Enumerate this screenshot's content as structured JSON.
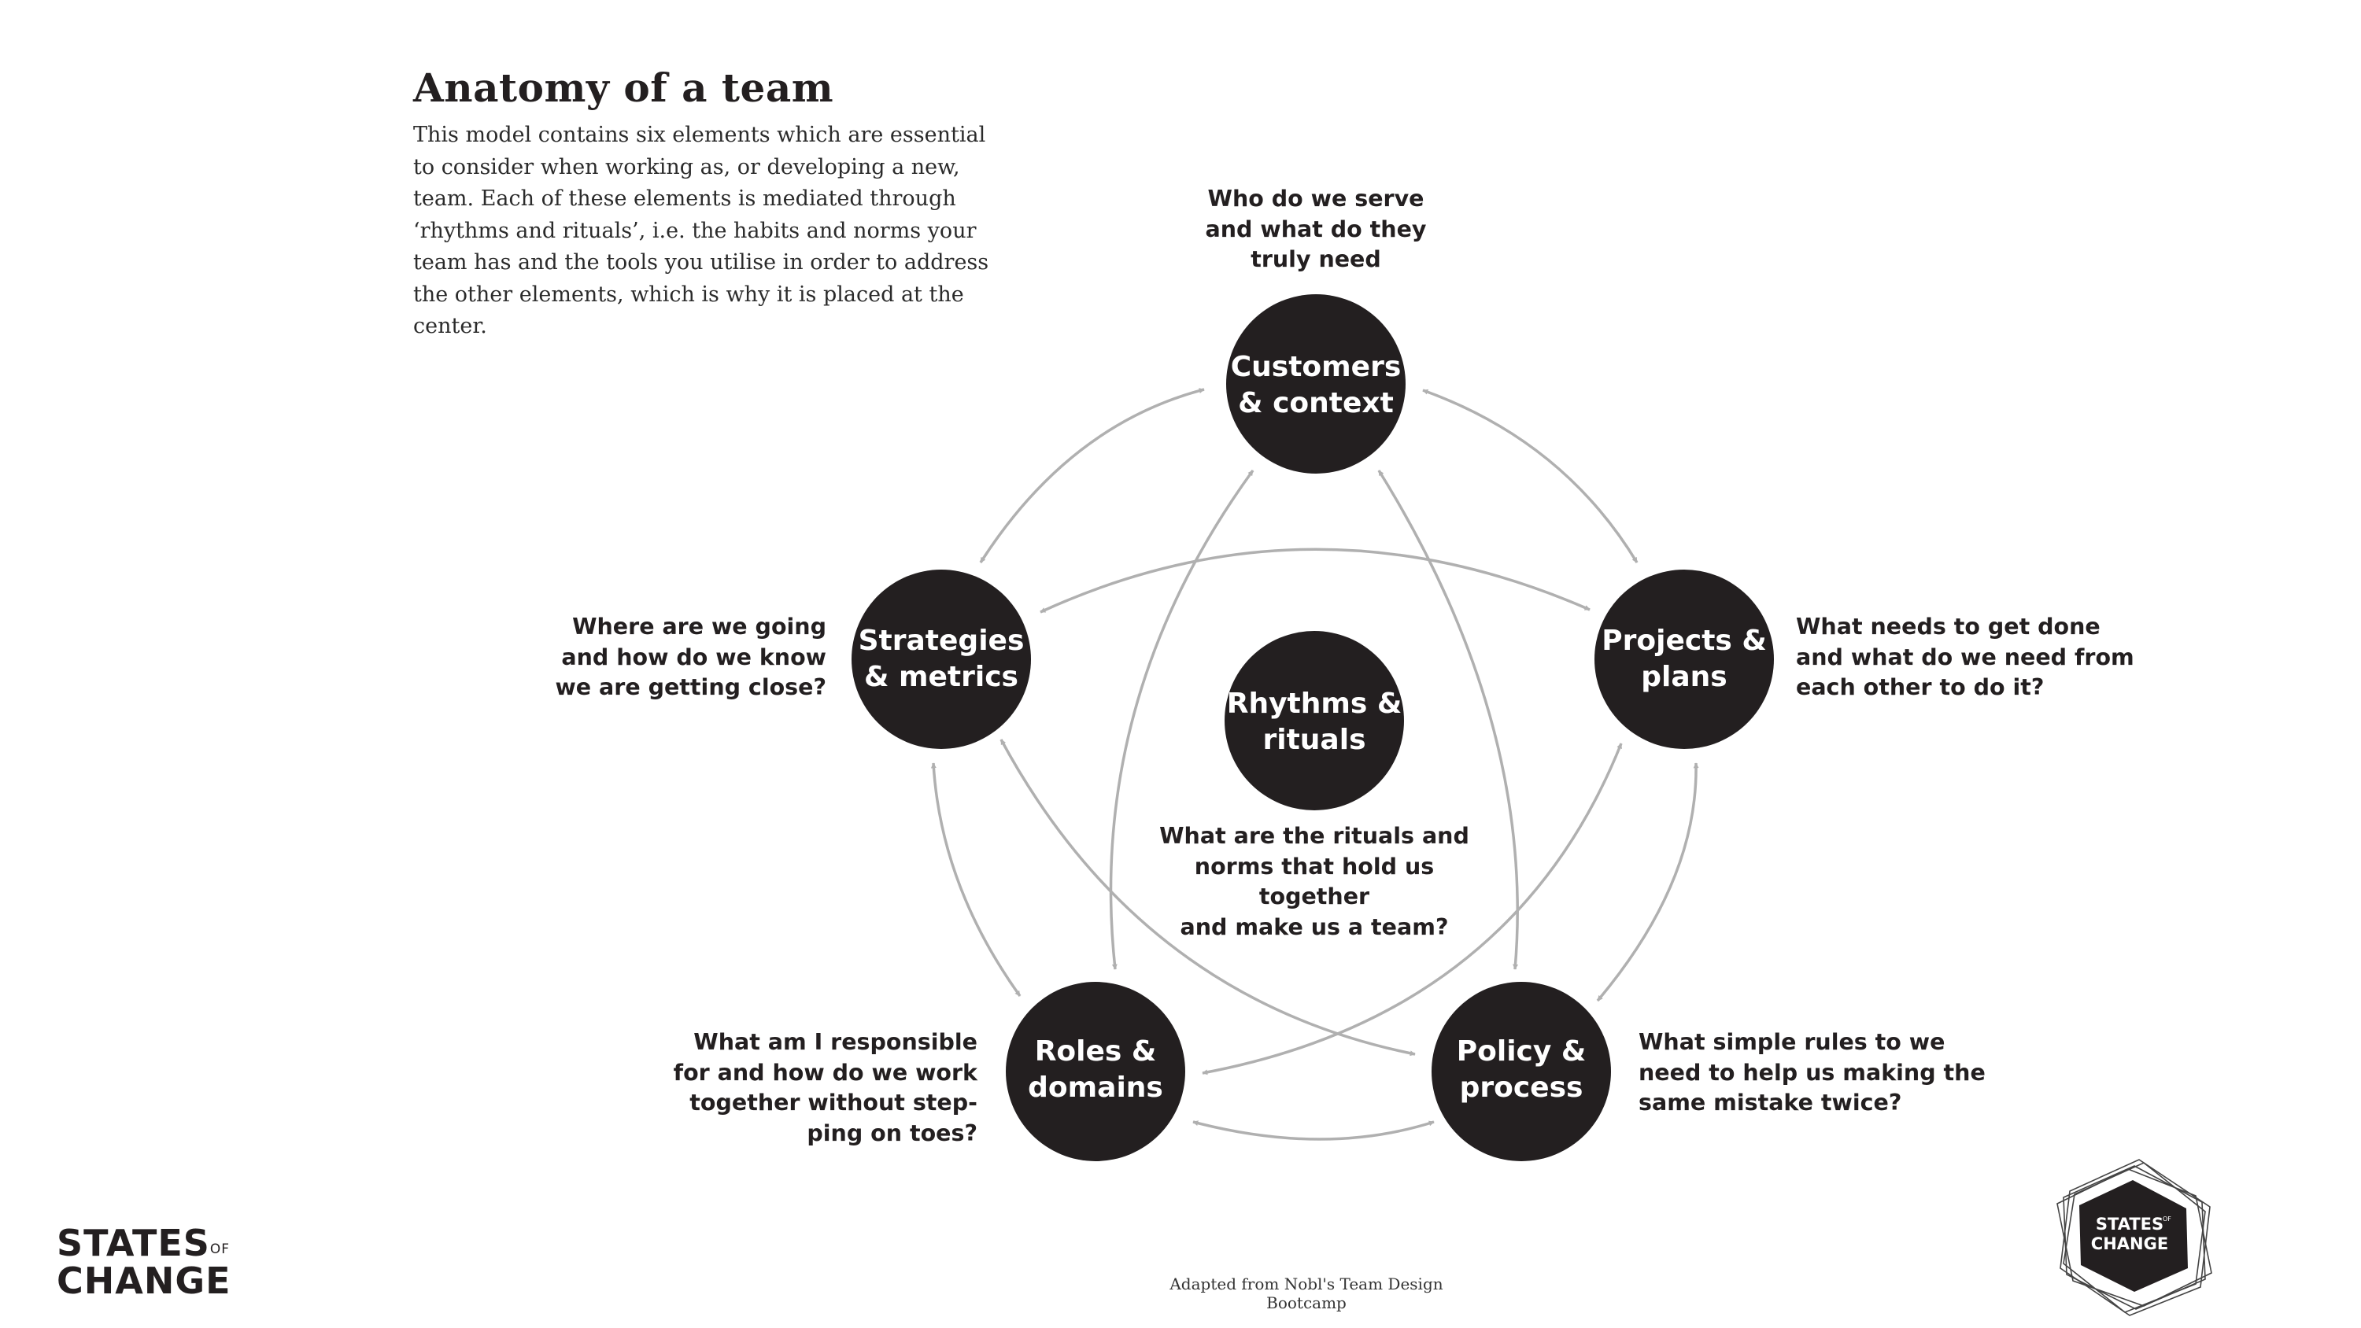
{
  "title": "Anatomy of a team",
  "intro": "This model contains six elements which are essential to consider when working as, or developing a new, team. Each of these elements is mediated through ‘rhythms and rituals’, i.e. the habits and norms your team has and the tools you utilise in order to address the other elements, which is why it is placed at the center.",
  "nodes": {
    "customers": {
      "line1": "Customers",
      "line2": "& context",
      "question": [
        "Who do we serve",
        "and what do they",
        "truly need"
      ]
    },
    "projects": {
      "line1": "Projects &",
      "line2": "plans",
      "question": [
        "What needs to get done",
        "and what do we need from",
        "each other to do it?"
      ]
    },
    "policy": {
      "line1": "Policy &",
      "line2": "process",
      "question": [
        "What simple rules to we",
        "need to help us making the",
        "same mistake twice?"
      ]
    },
    "roles": {
      "line1": "Roles &",
      "line2": "domains",
      "question": [
        "What am I responsible",
        "for and how do we work",
        "together without step-",
        "ping on toes?"
      ]
    },
    "strategies": {
      "line1": "Strategies",
      "line2": "& metrics",
      "question": [
        "Where are we going",
        "and how do we know",
        "we are getting close?"
      ]
    },
    "rhythms": {
      "line1": "Rhythms &",
      "line2": "rituals",
      "question": [
        "What are the rituals and",
        "norms that hold us together",
        "and make us a team?"
      ]
    }
  },
  "credit": "Adapted from Nobl's Team Design Bootcamp",
  "brand": {
    "line1": "STATES",
    "of": "OF",
    "line2": "CHANGE"
  },
  "badge": {
    "line1": "STATES",
    "of": "OF",
    "line2": "CHANGE"
  },
  "colors": {
    "node": "#231f20",
    "arrow": "#b0b0b0",
    "text": "#231f20"
  }
}
